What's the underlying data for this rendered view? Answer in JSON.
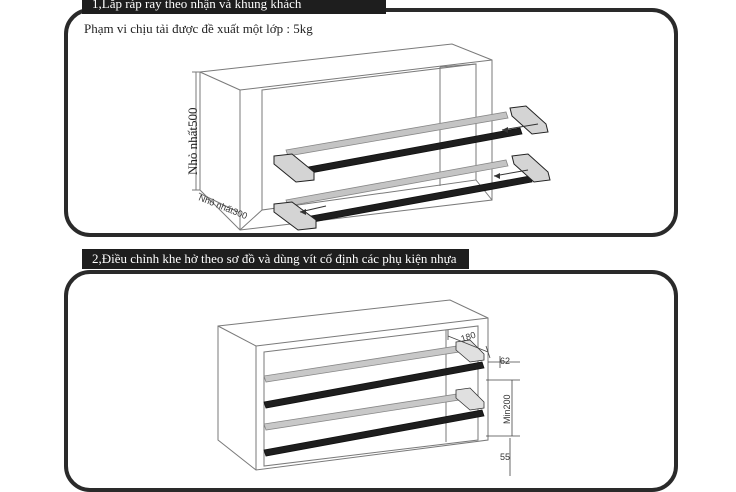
{
  "step1": {
    "tab": "1,Lắp ráp ray theo nhận và khung khách",
    "load_caption": "Phạm vi chịu tải được đề xuất một lớp : 5kg",
    "height_label": "Nhỏ nhất500",
    "depth_label": "Nhỏ nhất300"
  },
  "step2": {
    "tab": "2,Điều chỉnh khe hở theo sơ đồ và dùng vít cố định các phụ kiện nhựa",
    "dim_depth": "180",
    "dim_gap": "62",
    "dim_spacing": "Min200",
    "dim_bottom": "55"
  },
  "colors": {
    "frame": "#2a2a2a",
    "tab_bg": "#1e1e1e",
    "rail_dark": "#222222",
    "rail_light": "#b8b8b8",
    "cabinet_line": "#7a7a7a"
  }
}
